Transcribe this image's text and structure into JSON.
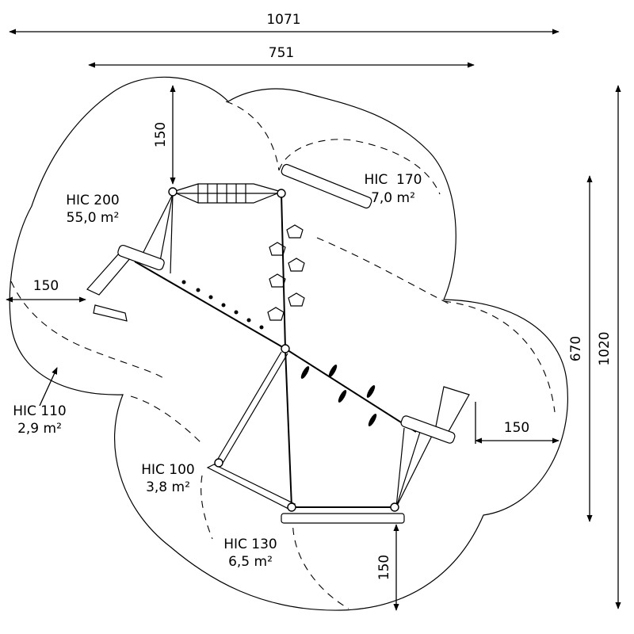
{
  "dimensions": {
    "overall_width": "1071",
    "inner_width": "751",
    "overall_height": "1020",
    "inner_height": "670",
    "top_clearance": "150",
    "left_clearance": "150",
    "right_clearance": "150",
    "bottom_clearance": "150"
  },
  "zones": [
    {
      "hic": "HIC 200",
      "area": "55,0 m²"
    },
    {
      "hic": "HIC  170",
      "area": "7,0 m²"
    },
    {
      "hic": "HIC 110",
      "area": "2,9 m²"
    },
    {
      "hic": "HIC 100",
      "area": "3,8 m²"
    },
    {
      "hic": "HIC 130",
      "area": "6,5 m²"
    }
  ]
}
